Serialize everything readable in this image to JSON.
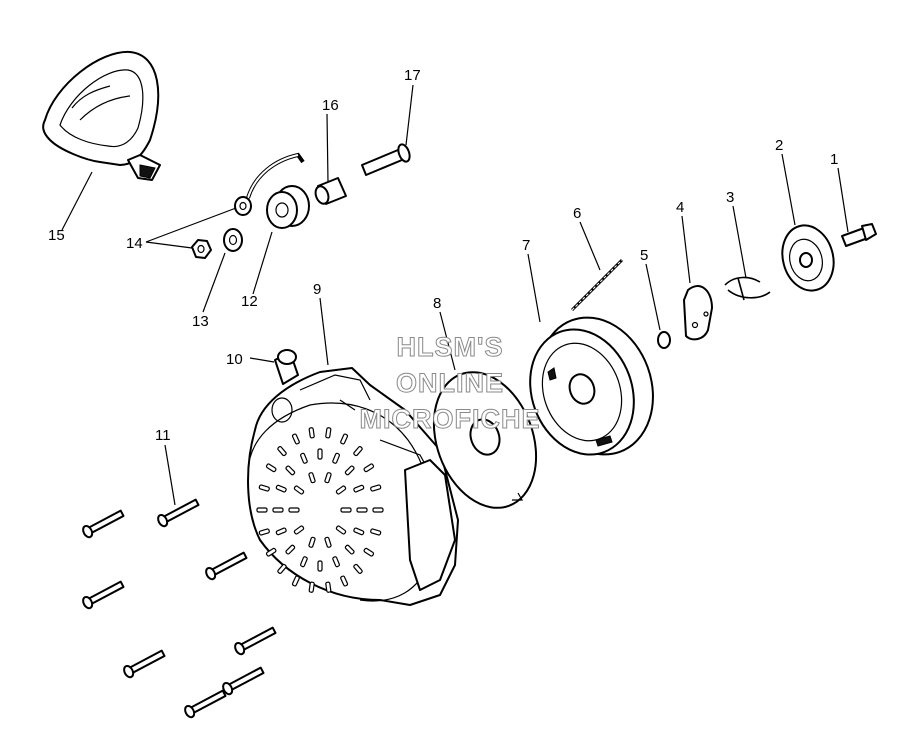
{
  "watermark": {
    "line1": "HLSM'S",
    "line2": "ONLINE",
    "line3": "MICROFICHE"
  },
  "callouts": [
    "1",
    "2",
    "3",
    "4",
    "5",
    "6",
    "7",
    "8",
    "9",
    "10",
    "11",
    "12",
    "13",
    "14",
    "15",
    "16",
    "17"
  ]
}
